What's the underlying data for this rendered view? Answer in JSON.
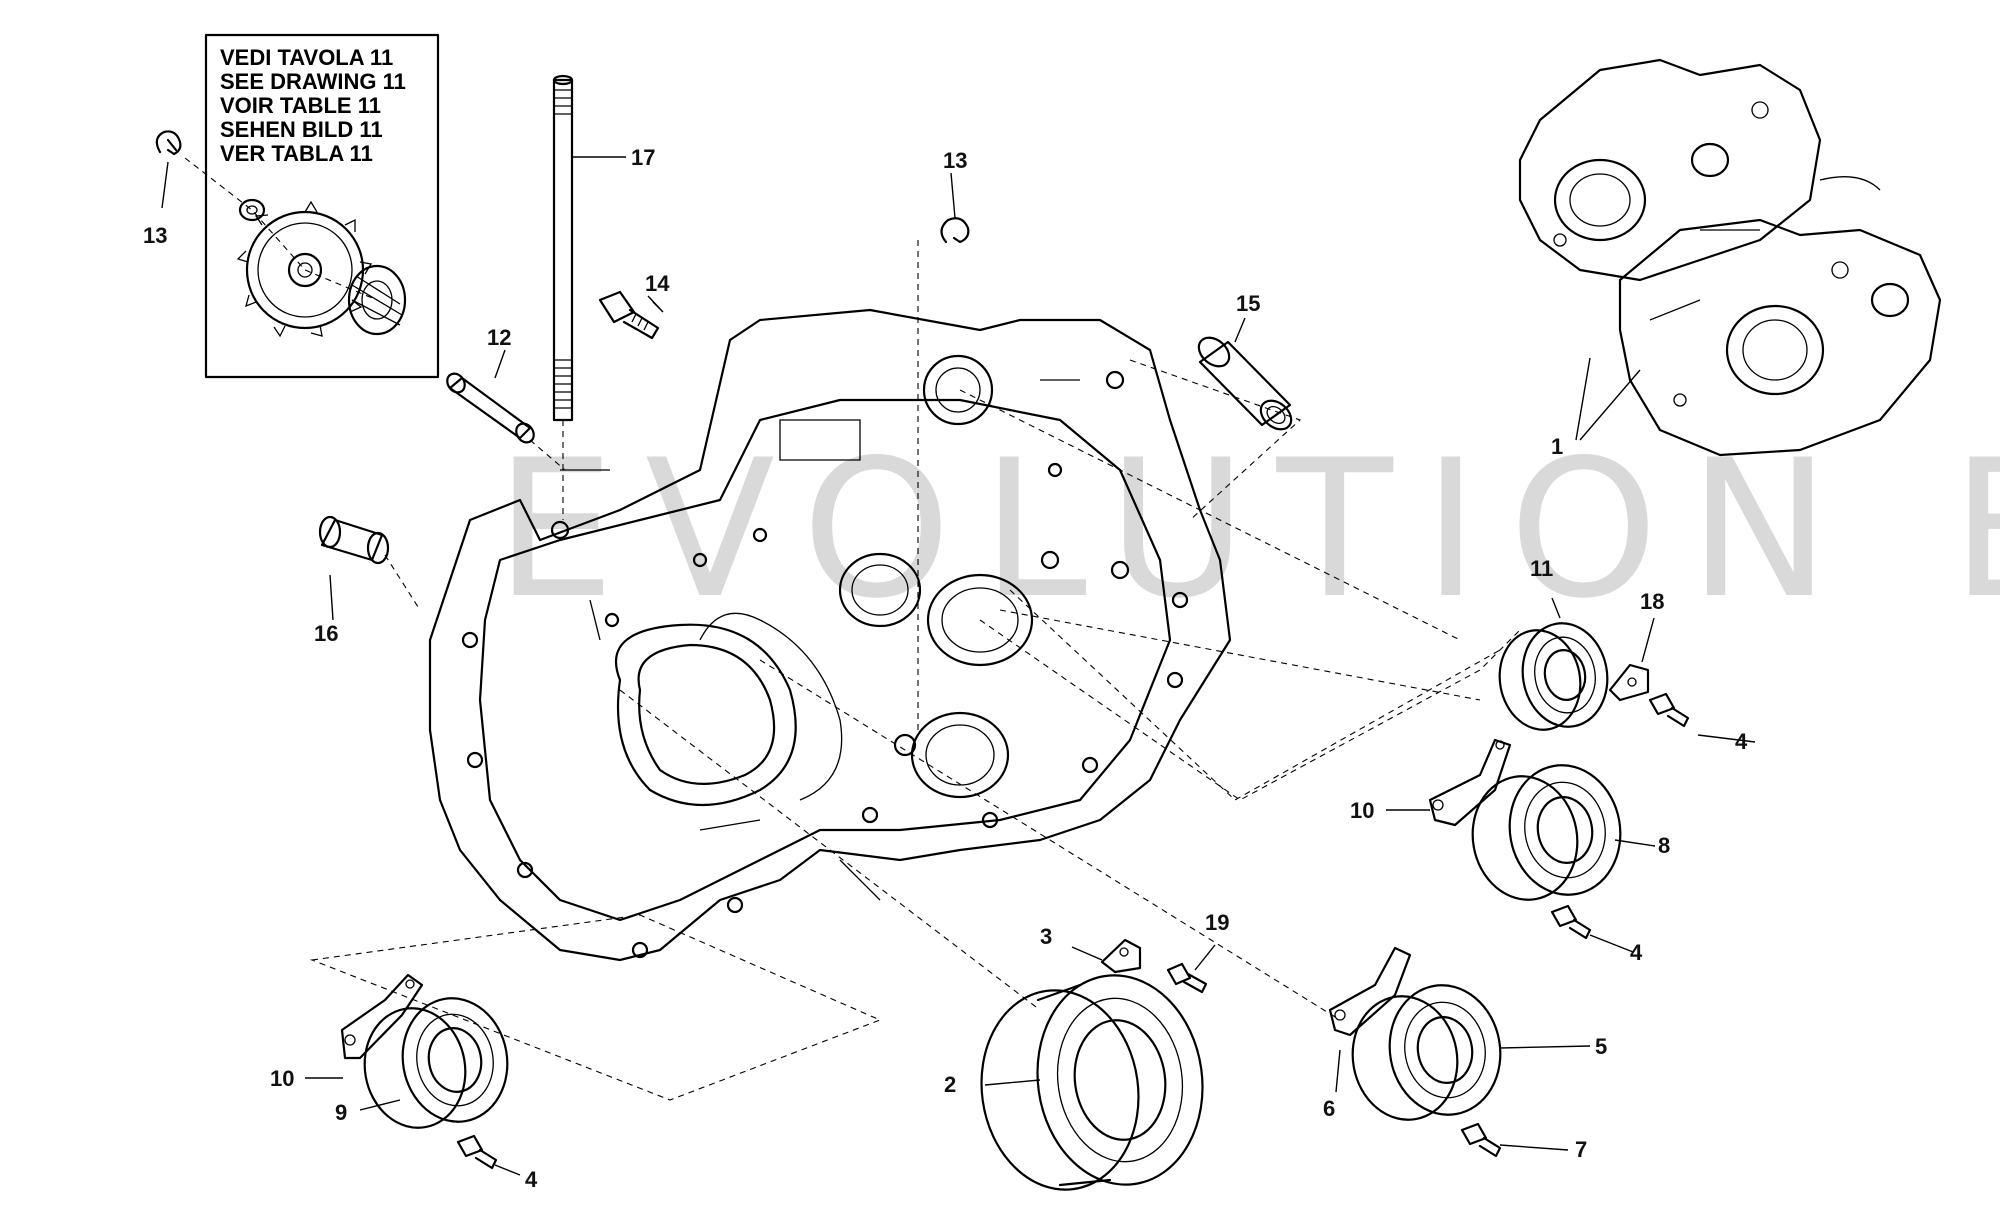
{
  "reference_box": {
    "lines": [
      "VEDI TAVOLA 11",
      "SEE DRAWING 11",
      "VOIR TABLE 11",
      "SEHEN BILD 11",
      "VER TABLA 11"
    ]
  },
  "watermark": {
    "text": "EVOLUTION BIKE"
  },
  "callouts": [
    {
      "id": "c13a",
      "label": "13"
    },
    {
      "id": "c17",
      "label": "17"
    },
    {
      "id": "c13b",
      "label": "13"
    },
    {
      "id": "c14",
      "label": "14"
    },
    {
      "id": "c12",
      "label": "12"
    },
    {
      "id": "c15",
      "label": "15"
    },
    {
      "id": "c1",
      "label": "1"
    },
    {
      "id": "c16",
      "label": "16"
    },
    {
      "id": "c11",
      "label": "11"
    },
    {
      "id": "c18",
      "label": "18"
    },
    {
      "id": "c4a",
      "label": "4"
    },
    {
      "id": "c10a",
      "label": "10"
    },
    {
      "id": "c8",
      "label": "8"
    },
    {
      "id": "c4b",
      "label": "4"
    },
    {
      "id": "c3",
      "label": "3"
    },
    {
      "id": "c19",
      "label": "19"
    },
    {
      "id": "c5",
      "label": "5"
    },
    {
      "id": "c10b",
      "label": "10"
    },
    {
      "id": "c2",
      "label": "2"
    },
    {
      "id": "c6",
      "label": "6"
    },
    {
      "id": "c9",
      "label": "9"
    },
    {
      "id": "c4c",
      "label": "4"
    },
    {
      "id": "c7",
      "label": "7"
    }
  ]
}
